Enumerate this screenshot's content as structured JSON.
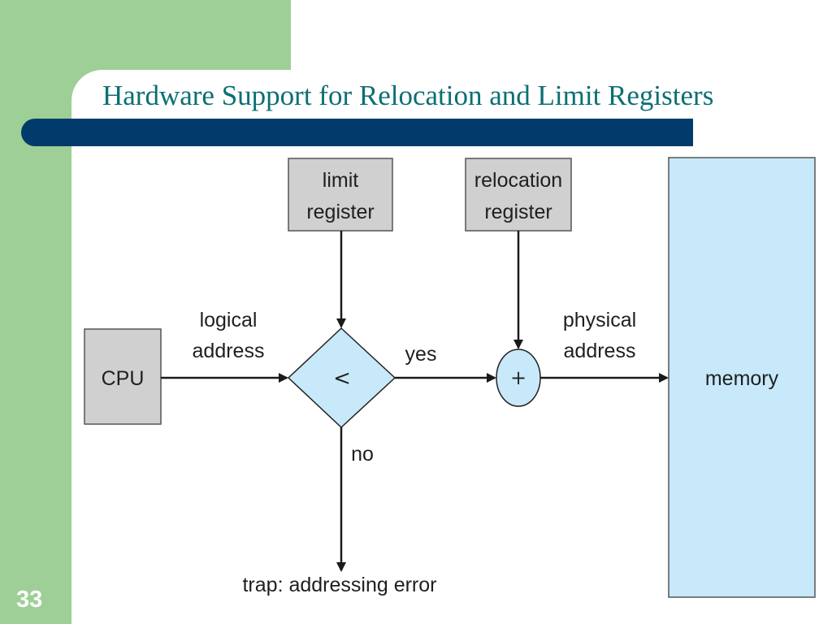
{
  "slide": {
    "title": "Hardware Support for Relocation and Limit Registers",
    "page_number": "33"
  },
  "diagram": {
    "cpu_label": "CPU",
    "limit_register_line1": "limit",
    "limit_register_line2": "register",
    "relocation_register_line1": "relocation",
    "relocation_register_line2": "register",
    "comparator_symbol": "<",
    "adder_symbol": "+",
    "memory_label": "memory",
    "logical_address_line1": "logical",
    "logical_address_line2": "address",
    "physical_address_line1": "physical",
    "physical_address_line2": "address",
    "yes_label": "yes",
    "no_label": "no",
    "trap_label": "trap: addressing error"
  },
  "colors": {
    "sidebar_green": "#9dcf97",
    "title_text": "#0b6f73",
    "title_bar": "#003b6b",
    "register_box": "#d0d0d0",
    "memory_box": "#c7e9f9",
    "comparator_fill": "#c7e9f9"
  }
}
